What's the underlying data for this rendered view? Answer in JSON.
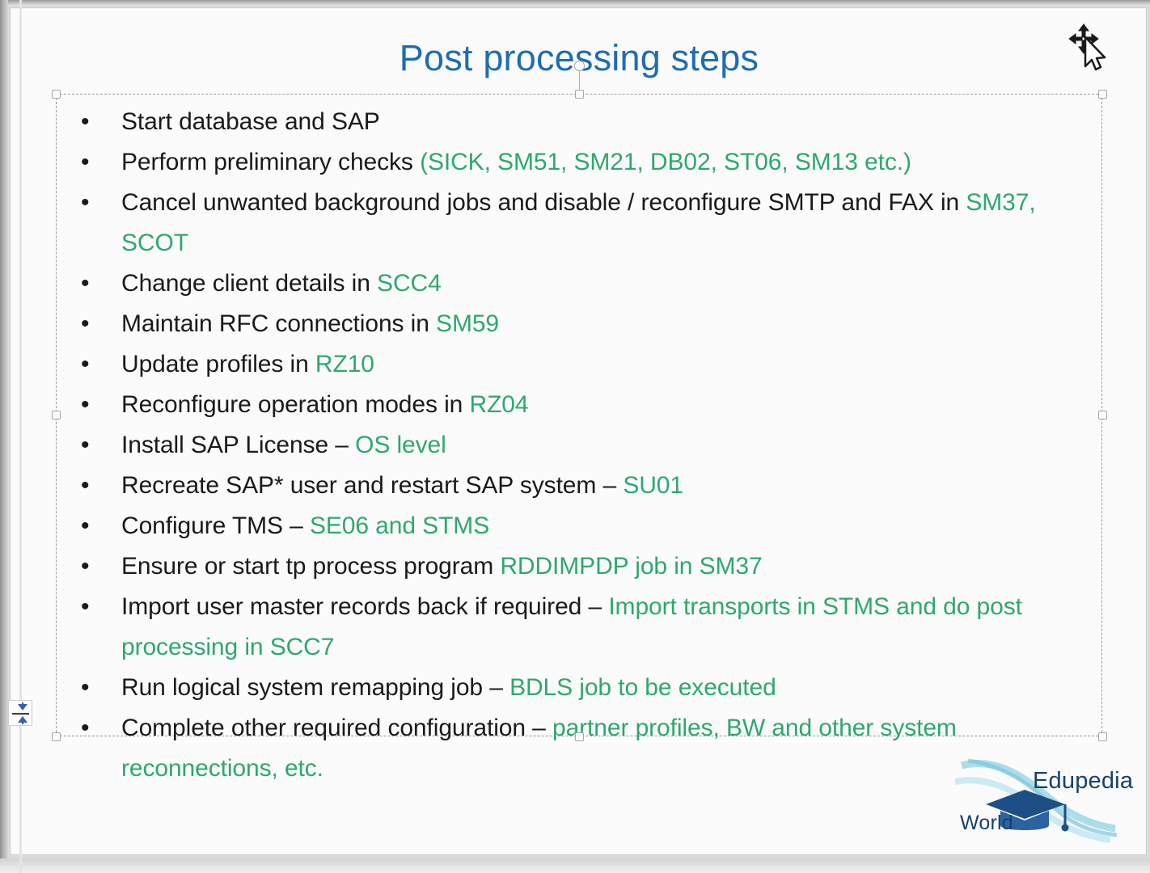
{
  "window": {
    "accent_blue": "#1d6db3",
    "accent_green": "#2ea86e",
    "body_black": "#1a1a1a",
    "canvas_background": "#fbfbfb"
  },
  "slide": {
    "title": "Post processing steps",
    "bullet_marker": "•",
    "bullets": [
      {
        "id": "start-database-and-sap",
        "segments": [
          {
            "text": "Start database and SAP",
            "color": "black"
          }
        ]
      },
      {
        "id": "perform-preliminary-checks",
        "segments": [
          {
            "text": "Perform preliminary checks ",
            "color": "black"
          },
          {
            "text": "(SICK, SM51, SM21, DB02, ST06, SM13 etc.)",
            "color": "green"
          }
        ]
      },
      {
        "id": "cancel-unwanted-background-jobs",
        "segments": [
          {
            "text": "Cancel unwanted background jobs and disable / reconfigure SMTP and FAX in ",
            "color": "black"
          },
          {
            "text": "SM37, SCOT",
            "color": "green"
          }
        ]
      },
      {
        "id": "change-client-details",
        "segments": [
          {
            "text": "Change client details in ",
            "color": "black"
          },
          {
            "text": "SCC4",
            "color": "green"
          }
        ]
      },
      {
        "id": "maintain-rfc-connections",
        "segments": [
          {
            "text": "Maintain RFC connections in ",
            "color": "black"
          },
          {
            "text": "SM59",
            "color": "green"
          }
        ]
      },
      {
        "id": "update-profiles",
        "segments": [
          {
            "text": "Update profiles in ",
            "color": "black"
          },
          {
            "text": "RZ10",
            "color": "green"
          }
        ]
      },
      {
        "id": "reconfigure-operation-modes",
        "segments": [
          {
            "text": "Reconfigure operation modes in ",
            "color": "black"
          },
          {
            "text": "RZ04",
            "color": "green"
          }
        ]
      },
      {
        "id": "install-sap-license",
        "segments": [
          {
            "text": "Install SAP License – ",
            "color": "black"
          },
          {
            "text": "OS level",
            "color": "green"
          }
        ]
      },
      {
        "id": "recreate-sap-user",
        "segments": [
          {
            "text": "Recreate SAP* user and restart SAP system – ",
            "color": "black"
          },
          {
            "text": "SU01",
            "color": "green"
          }
        ]
      },
      {
        "id": "configure-tms",
        "segments": [
          {
            "text": "Configure TMS – ",
            "color": "black"
          },
          {
            "text": "SE06 and STMS",
            "color": "green"
          }
        ]
      },
      {
        "id": "ensure-or-start-tp-process",
        "segments": [
          {
            "text": "Ensure or start tp process program ",
            "color": "black"
          },
          {
            "text": "RDDIMPDP job in SM37",
            "color": "green"
          }
        ]
      },
      {
        "id": "import-user-master-records",
        "segments": [
          {
            "text": "Import user master records back if required – ",
            "color": "black"
          },
          {
            "text": "Import transports in STMS and do post processing in SCC7",
            "color": "green"
          }
        ]
      },
      {
        "id": "run-logical-system-remapping",
        "segments": [
          {
            "text": "Run logical system remapping job – ",
            "color": "black"
          },
          {
            "text": "BDLS job to be executed",
            "color": "green"
          }
        ]
      },
      {
        "id": "complete-other-configuration",
        "segments": [
          {
            "text": "Complete other required configuration – ",
            "color": "black"
          },
          {
            "text": "partner profiles, BW and other system reconnections, etc.",
            "color": "green"
          }
        ]
      }
    ]
  },
  "logo": {
    "primary_word": "Edupedia",
    "secondary_word": "World",
    "color": "#16406e",
    "swoosh_color": "#8fd0e0"
  },
  "cursor": {
    "type": "move-with-pointer"
  },
  "split_widget": {
    "name": "split-pane-toggle"
  }
}
